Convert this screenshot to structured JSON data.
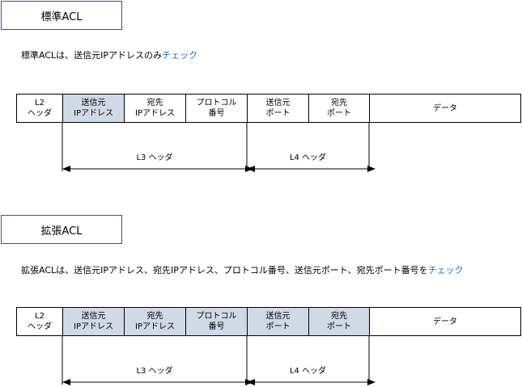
{
  "sections": [
    {
      "title": "標準ACL",
      "description": "標準ACLは、送信元IPアドレスのみ",
      "description_highlight": "チェック",
      "fields": [
        {
          "label": "L2\nヘッダ",
          "highlight": false
        },
        {
          "label": "送信元\nIPアドレス",
          "highlight": true
        },
        {
          "label": "宛先\nIPアドレス",
          "highlight": false
        },
        {
          "label": "プロトコル\n番号",
          "highlight": false
        },
        {
          "label": "送信元\nポート",
          "highlight": false
        },
        {
          "label": "宛先\nポート",
          "highlight": false
        },
        {
          "label": "データ",
          "highlight": false
        }
      ],
      "spans": [
        {
          "label": "L3 ヘッダ"
        },
        {
          "label": "L4 ヘッダ"
        }
      ]
    },
    {
      "title": "拡張ACL",
      "description": "拡張ACLは、送信元IPアドレス、宛先IPアドレス、プロトコル番号、送信元ポート、宛先ポート番号を",
      "description_highlight": "チェック",
      "fields": [
        {
          "label": "L2\nヘッダ",
          "highlight": false
        },
        {
          "label": "送信元\nIPアドレス",
          "highlight": true
        },
        {
          "label": "宛先\nIPアドレス",
          "highlight": true
        },
        {
          "label": "プロトコル\n番号",
          "highlight": true
        },
        {
          "label": "送信元\nポート",
          "highlight": true
        },
        {
          "label": "宛先\nポート",
          "highlight": true
        },
        {
          "label": "データ",
          "highlight": false
        }
      ],
      "spans": [
        {
          "label": "L3 ヘッダ"
        },
        {
          "label": "L4 ヘッダ"
        }
      ]
    }
  ],
  "colors": {
    "title_border": "#7030a0",
    "highlight_text": "#1f6fc0",
    "field_highlight": "#d0d9e6"
  }
}
